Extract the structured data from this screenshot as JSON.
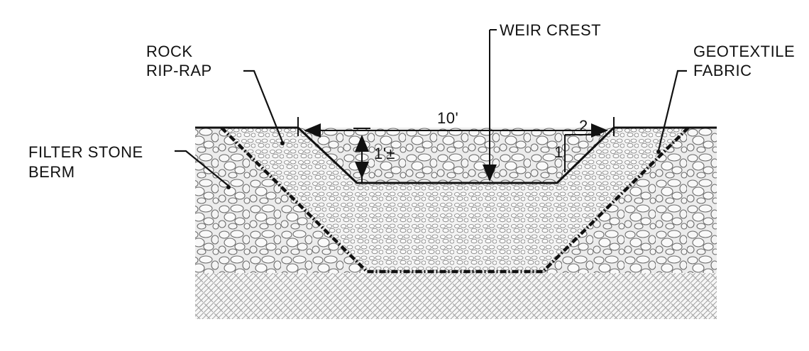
{
  "labels": {
    "weir_crest": "WEIR CREST",
    "rock_line1": "ROCK",
    "rock_line2": "RIP-RAP",
    "geotextile_line1": "GEOTEXTILE",
    "geotextile_line2": "FABRIC",
    "filter_line1": "FILTER STONE",
    "filter_line2": "BERM"
  },
  "dimensions": {
    "width": "10'",
    "depth": "1'±",
    "slope_rise": "1",
    "slope_run": "2"
  },
  "colors": {
    "ink": "#111111",
    "riprap_fill": "#f1f1f1",
    "berm_fill": "#e6e6e6",
    "soil_hatch": "#9a9a9a"
  }
}
